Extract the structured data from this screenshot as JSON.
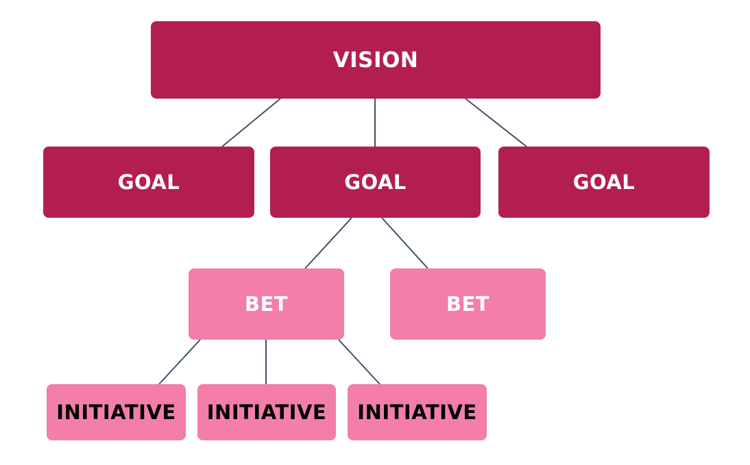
{
  "diagram": {
    "vision": {
      "label": "VISION"
    },
    "goals": [
      {
        "label": "GOAL"
      },
      {
        "label": "GOAL"
      },
      {
        "label": "GOAL"
      }
    ],
    "bets": [
      {
        "label": "BET"
      },
      {
        "label": "BET"
      }
    ],
    "initiatives": [
      {
        "label": "INITIATIVE"
      },
      {
        "label": "INITIATIVE"
      },
      {
        "label": "INITIATIVE"
      }
    ]
  },
  "colors": {
    "primary": "#b31e52",
    "secondary": "#f27ea9",
    "connector": "#3f5166",
    "background": "#ffffff"
  }
}
